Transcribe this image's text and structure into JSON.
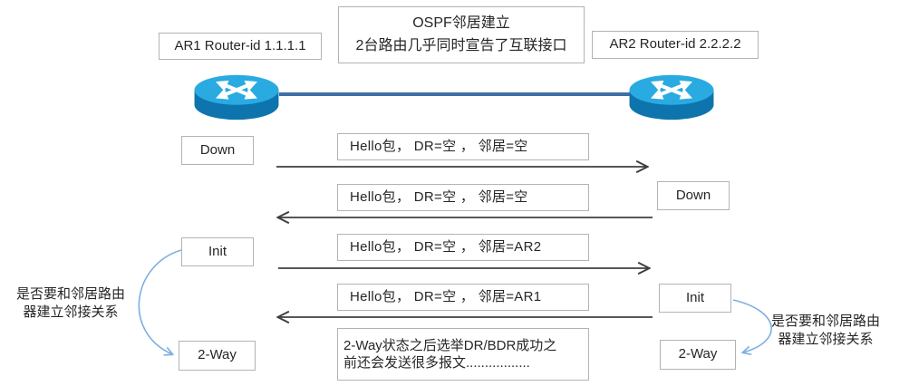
{
  "title_box": {
    "line1": "OSPF邻居建立",
    "line2": "2台路由几乎同时宣告了互联接口"
  },
  "routers": {
    "ar1": {
      "label": "AR1 Router-id 1.1.1.1"
    },
    "ar2": {
      "label": "AR2 Router-id 2.2.2.2"
    }
  },
  "states": {
    "ar1": [
      "Down",
      "Init",
      "2-Way"
    ],
    "ar2": [
      "Down",
      "Init",
      "2-Way"
    ]
  },
  "messages": [
    {
      "text": "Hello包， DR=空 ， 邻居=空",
      "direction": "right"
    },
    {
      "text": "Hello包， DR=空 ， 邻居=空",
      "direction": "left"
    },
    {
      "text": "Hello包， DR=空 ， 邻居=AR2",
      "direction": "right"
    },
    {
      "text": "Hello包， DR=空 ， 邻居=AR1",
      "direction": "left"
    }
  ],
  "footer_note": {
    "line1": "2-Way状态之后选举DR/BDR成功之",
    "line2": "前还会发送很多报文................."
  },
  "side_notes": {
    "left": {
      "line1": "是否要和邻居路由",
      "line2": "器建立邻接关系"
    },
    "right": {
      "line1": "是否要和邻居路由",
      "line2": "器建立邻接关系"
    }
  },
  "colors": {
    "router_top": "#29abe2",
    "router_body": "#0e74ad",
    "link_line": "#3f6fa5",
    "arrow": "#3f3f3f",
    "curve_arrow": "#7db0e0",
    "box_border": "#b3b3b3",
    "text": "#262626"
  }
}
